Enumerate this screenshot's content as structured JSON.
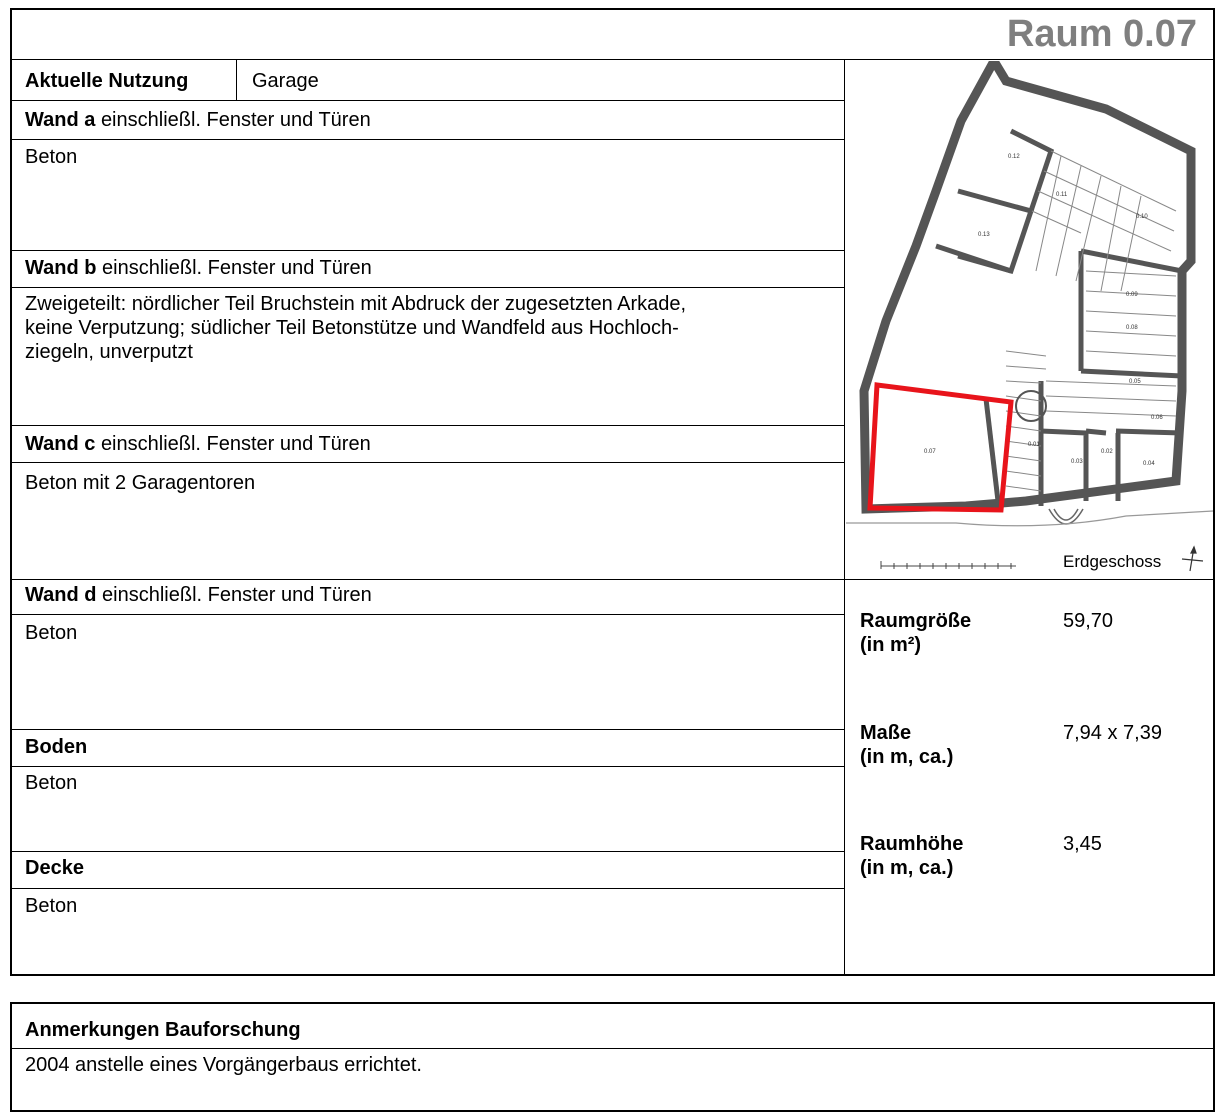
{
  "title": "Raum 0.07",
  "nutzung": {
    "label": "Aktuelle Nutzung",
    "value": "Garage"
  },
  "wall_suffix": "einschließl. Fenster und Türen",
  "walls": [
    {
      "label": "Wand a",
      "text": "Beton"
    },
    {
      "label": "Wand b",
      "lines": [
        "Zweigeteilt: nördlicher Teil Bruchstein mit Abdruck der zugesetzten Arkade,",
        "keine Verputzung; südlicher Teil Betonstütze und Wandfeld aus Hochloch-",
        "ziegeln, unverputzt"
      ]
    },
    {
      "label": "Wand c",
      "text": "Beton mit 2 Garagentoren"
    },
    {
      "label": "Wand d",
      "text": "Beton"
    }
  ],
  "boden": {
    "label": "Boden",
    "text": "Beton"
  },
  "decke": {
    "label": "Decke",
    "text": "Beton"
  },
  "plan": {
    "caption": "Erdgeschoss",
    "highlight_color": "#e8141b",
    "room_labels": [
      "0.12",
      "0.11",
      "0.10",
      "0.13",
      "0.09",
      "0.08",
      "0.06",
      "0.05",
      "0.07",
      "0.03",
      "0.02",
      "0.04",
      "0.01"
    ]
  },
  "properties": [
    {
      "label_lines": [
        "Raumgröße",
        "(in m²)"
      ],
      "value": "59,70"
    },
    {
      "label_lines": [
        "Maße",
        "(in m, ca.)"
      ],
      "value": "7,94 x 7,39"
    },
    {
      "label_lines": [
        "Raumhöhe",
        "(in m, ca.)"
      ],
      "value": "3,45"
    }
  ],
  "anmerkungen": {
    "label": "Anmerkungen Bauforschung",
    "text": "2004 anstelle eines Vorgängerbaus errichtet."
  }
}
